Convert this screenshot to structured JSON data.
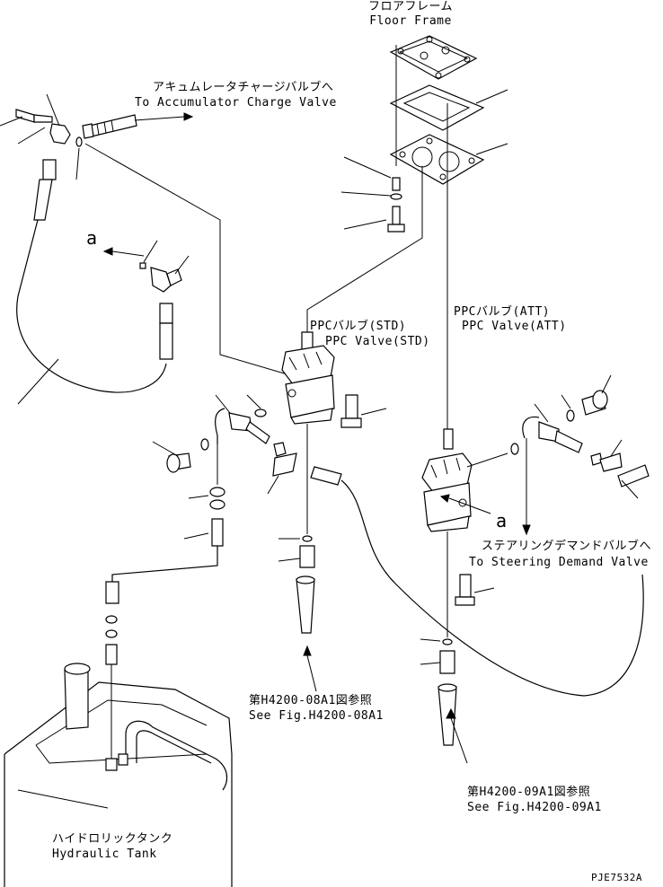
{
  "labels": {
    "floor_frame_jp": "フロアフレーム",
    "floor_frame_en": "Floor Frame",
    "accum_jp": "アキュムレータチャージバルブへ",
    "accum_en": "To Accumulator Charge Valve",
    "detail_a": "a",
    "ppc_std_jp": "PPCバルブ(STD)",
    "ppc_std_en": "PPC Valve(STD)",
    "ppc_att_jp": "PPCバルブ(ATT)",
    "ppc_att_en": "PPC Valve(ATT)",
    "detail_a2": "a",
    "steering_jp": "ステアリングデマンドバルブへ",
    "steering_en": "To Steering Demand Valve",
    "ref1_jp": "第H4200-08A1図参照",
    "ref1_en": "See Fig.H4200-08A1",
    "ref2_jp": "第H4200-09A1図参照",
    "ref2_en": "See Fig.H4200-09A1",
    "tank_jp": "ハイドロリックタンク",
    "tank_en": "Hydraulic Tank",
    "drawing_no": "PJE7532A"
  },
  "colors": {
    "line": "#000000",
    "background": "#ffffff"
  }
}
